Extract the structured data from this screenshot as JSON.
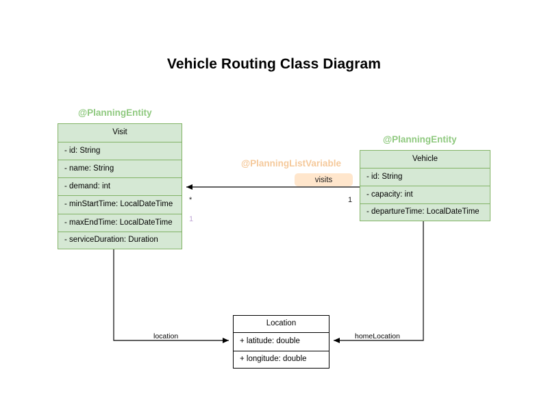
{
  "diagram": {
    "title": "Vehicle Routing Class Diagram",
    "type": "uml-class-diagram",
    "colors": {
      "entity_fill": "#d5e8d4",
      "entity_border": "#82b366",
      "entity_stereotype_text": "#8fc97f",
      "listvar_stereotype_text": "#f5c99b",
      "badge_fill": "#ffe6cc",
      "plain_fill": "#ffffff",
      "plain_border": "#000000",
      "line": "#000000",
      "muted_multiplicity": "#c0a6d6",
      "background": "#ffffff"
    }
  },
  "classes": {
    "visit": {
      "stereotype": "@PlanningEntity",
      "name": "Visit",
      "attributes": [
        "- id: String",
        "- name: String",
        "- demand: int",
        "- minStartTime: LocalDateTime",
        "- maxEndTime: LocalDateTime",
        "- serviceDuration: Duration"
      ]
    },
    "vehicle": {
      "stereotype": "@PlanningEntity",
      "name": "Vehicle",
      "attributes": [
        "- id: String",
        "- capacity: int",
        "- departureTime: LocalDateTime"
      ]
    },
    "location": {
      "name": "Location",
      "attributes": [
        "+ latitude: double",
        "+ longitude: double"
      ]
    }
  },
  "relationships": {
    "vehicle_visits": {
      "stereotype": "@PlanningListVariable",
      "label": "visits",
      "source_multiplicity": "1",
      "target_multiplicity": "*",
      "extra_multiplicity": "1"
    },
    "visit_location": {
      "label": "location"
    },
    "vehicle_home_location": {
      "label": "homeLocation"
    }
  }
}
